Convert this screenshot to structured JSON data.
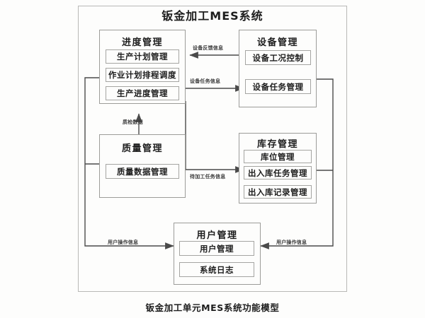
{
  "diagram": {
    "title": "钣金加工MES系统",
    "caption": "钣金加工单元MES系统功能模型"
  },
  "modules": [
    {
      "id": "progress",
      "title": "进度管理",
      "items": [
        "生产计划管理",
        "作业计划排程调度",
        "生产进度管理"
      ]
    },
    {
      "id": "equipment",
      "title": "设备管理",
      "items": [
        "设备工况控制",
        "设备任务管理"
      ]
    },
    {
      "id": "quality",
      "title": "质量管理",
      "items": [
        "质量数据管理"
      ]
    },
    {
      "id": "inventory",
      "title": "库存管理",
      "items": [
        "库位管理",
        "出入库任务管理",
        "出入库记录管理"
      ]
    },
    {
      "id": "user",
      "title": "用户管理",
      "items": [
        "用户管理",
        "系统日志"
      ]
    }
  ],
  "edges": [
    {
      "id": "equip-feedback",
      "label": "设备反馈信息"
    },
    {
      "id": "equip-task",
      "label": "设备任务信息"
    },
    {
      "id": "inspection-data",
      "label": "质检数据"
    },
    {
      "id": "pending-task",
      "label": "待加工任务信息"
    },
    {
      "id": "user-op-left",
      "label": "用户操作信息"
    },
    {
      "id": "user-op-right",
      "label": "用户操作信息"
    }
  ],
  "colors": {
    "background": "#fdfdfc",
    "frame_border": "#b9b9b6",
    "box_border": "#9c9c99",
    "line": "#4a4a4a",
    "text": "#1d1d1d"
  }
}
